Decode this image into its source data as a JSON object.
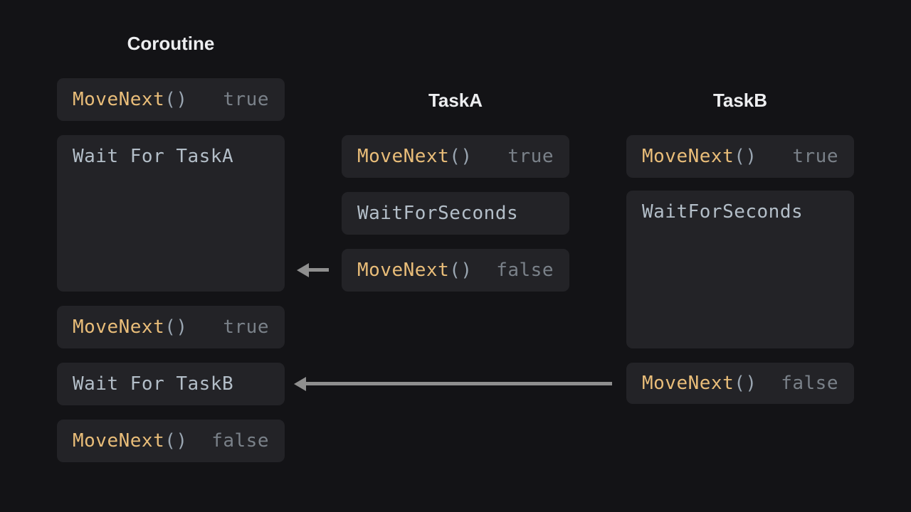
{
  "colors": {
    "page_background": "#131316",
    "box_background": "#232327",
    "method_name": "#e9bd79",
    "parens": "#9aa6b2",
    "result_value": "#7a8189",
    "label_text": "#b3bec8",
    "header_text": "#edeef0",
    "arrow": "#8f8f8f"
  },
  "columns": [
    {
      "title": "Coroutine",
      "boxes": [
        {
          "type": "call",
          "fn": "MoveNext",
          "parens": "()",
          "result": "true"
        },
        {
          "type": "label",
          "text": "Wait For TaskA"
        },
        {
          "type": "call",
          "fn": "MoveNext",
          "parens": "()",
          "result": "true"
        },
        {
          "type": "label",
          "text": "Wait For TaskB"
        },
        {
          "type": "call",
          "fn": "MoveNext",
          "parens": "()",
          "result": "false"
        }
      ]
    },
    {
      "title": "TaskA",
      "boxes": [
        {
          "type": "call",
          "fn": "MoveNext",
          "parens": "()",
          "result": "true"
        },
        {
          "type": "label",
          "text": "WaitForSeconds"
        },
        {
          "type": "call",
          "fn": "MoveNext",
          "parens": "()",
          "result": "false"
        }
      ]
    },
    {
      "title": "TaskB",
      "boxes": [
        {
          "type": "call",
          "fn": "MoveNext",
          "parens": "()",
          "result": "true"
        },
        {
          "type": "label",
          "text": "WaitForSeconds"
        },
        {
          "type": "call",
          "fn": "MoveNext",
          "parens": "()",
          "result": "false"
        }
      ]
    }
  ],
  "arrows": [
    {
      "direction": "left"
    },
    {
      "direction": "left"
    }
  ]
}
